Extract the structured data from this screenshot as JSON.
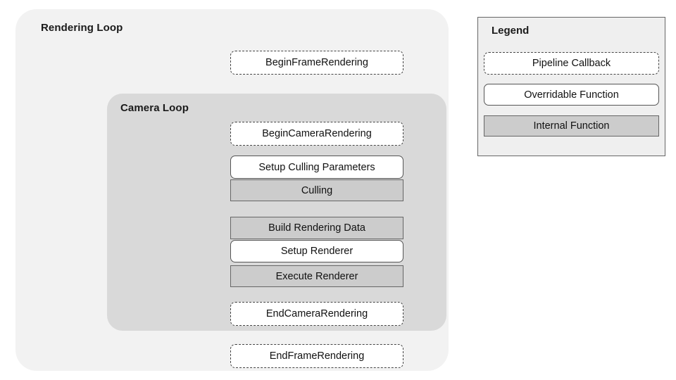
{
  "diagram": {
    "title": "Rendering Loop",
    "outer_loop": {
      "label": "Rendering Loop",
      "background": "#f2f2f2"
    },
    "inner_loop": {
      "label": "Camera Loop",
      "background": "#d9d9d9"
    },
    "nodes": [
      {
        "id": "begin-frame-rendering",
        "label": "BeginFrameRendering",
        "type": "callback",
        "scope": "rendering-loop"
      },
      {
        "id": "begin-camera-rendering",
        "label": "BeginCameraRendering",
        "type": "callback",
        "scope": "camera-loop"
      },
      {
        "id": "setup-culling-parameters",
        "label": "Setup Culling Parameters",
        "type": "overridable",
        "scope": "camera-loop"
      },
      {
        "id": "culling",
        "label": "Culling",
        "type": "internal",
        "scope": "camera-loop"
      },
      {
        "id": "build-rendering-data",
        "label": "Build Rendering Data",
        "type": "internal",
        "scope": "camera-loop"
      },
      {
        "id": "setup-renderer",
        "label": "Setup Renderer",
        "type": "overridable",
        "scope": "camera-loop"
      },
      {
        "id": "execute-renderer",
        "label": "Execute Renderer",
        "type": "internal",
        "scope": "camera-loop"
      },
      {
        "id": "end-camera-rendering",
        "label": "EndCameraRendering",
        "type": "callback",
        "scope": "camera-loop"
      },
      {
        "id": "end-frame-rendering",
        "label": "EndFrameRendering",
        "type": "callback",
        "scope": "rendering-loop"
      }
    ]
  },
  "legend": {
    "title": "Legend",
    "panel_background": "#efefef",
    "items": [
      {
        "label": "Pipeline Callback",
        "type": "callback",
        "fill": "#ffffff",
        "border_style": "dashed"
      },
      {
        "label": "Overridable Function",
        "type": "overridable",
        "fill": "#ffffff",
        "border_style": "solid"
      },
      {
        "label": "Internal Function",
        "type": "internal",
        "fill": "#cccccc",
        "border_style": "solid"
      }
    ]
  },
  "colors": {
    "outer_loop_bg": "#f2f2f2",
    "inner_loop_bg": "#d9d9d9",
    "internal_fill": "#cccccc",
    "white_fill": "#ffffff",
    "border": "#666666",
    "text": "#111111"
  }
}
